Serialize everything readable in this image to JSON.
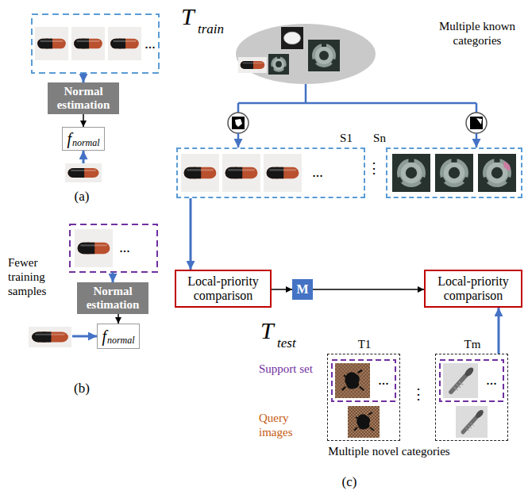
{
  "diagram": {
    "nodes": [
      {
        "text": [
          "(a)"
        ]
      },
      {
        "text": [
          "Normal estimation"
        ],
        "in": 0
      },
      {
        "text": [
          "f",
          "normal"
        ],
        "in": 0
      },
      {
        "text": [
          "Fewer training samples",
          "(b)"
        ]
      },
      {
        "text": [
          "Normal estimation"
        ],
        "in": 3
      },
      {
        "text": [
          "f",
          "normal"
        ],
        "in": 3
      },
      {
        "text": [
          "T",
          "train",
          "Multiple known categories"
        ]
      },
      {
        "text": [
          "S1"
        ],
        "in": 6
      },
      {
        "text": [
          "Sn"
        ],
        "in": 6
      },
      {
        "text": [
          "Local-priority comparison"
        ]
      },
      {
        "text": [
          "M"
        ]
      },
      {
        "text": [
          "Local-priority comparison"
        ]
      },
      {
        "text": [
          "T",
          "test",
          "Multiple novel categories"
        ]
      },
      {
        "text": [
          "T1"
        ],
        "in": 12
      },
      {
        "text": [
          "Tm"
        ],
        "in": 12
      }
    ],
    "edges": [
      {
        "from": 1,
        "to": 2,
        "arrow": "to"
      },
      {
        "from": 4,
        "to": 5,
        "arrow": "to"
      },
      {
        "from": 7,
        "to": 9,
        "arrow": "to"
      },
      {
        "from": 9,
        "to": 10,
        "arrow": "to"
      },
      {
        "from": 10,
        "to": 11,
        "arrow": "to"
      },
      {
        "from": 14,
        "to": 11,
        "arrow": "to"
      }
    ],
    "labels": [
      "(c)",
      "Support set",
      "Query images",
      "...",
      "...",
      "...",
      "⋮",
      "...",
      "...",
      "⋮"
    ]
  }
}
